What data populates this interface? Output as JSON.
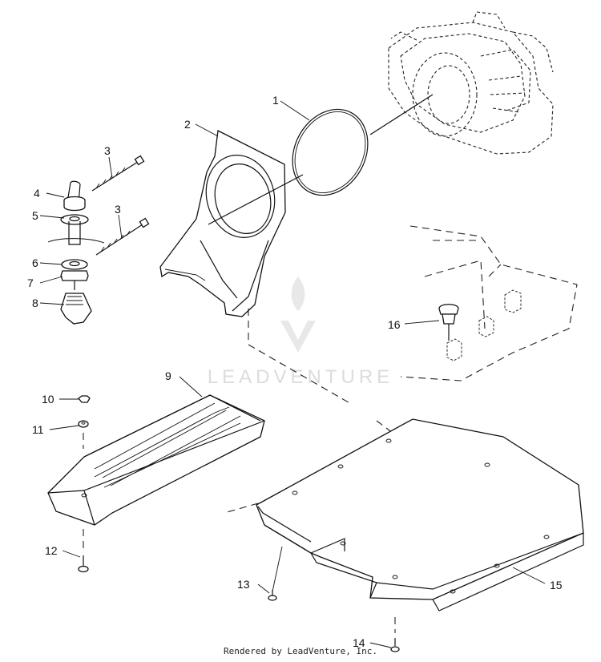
{
  "watermark": {
    "brand": "LEADVENTURE"
  },
  "footer": {
    "text": "Rendered by LeadVenture, Inc."
  },
  "callouts": [
    {
      "id": "1",
      "label": "1"
    },
    {
      "id": "2",
      "label": "2"
    },
    {
      "id": "3a",
      "label": "3"
    },
    {
      "id": "3b",
      "label": "3"
    },
    {
      "id": "4",
      "label": "4"
    },
    {
      "id": "5",
      "label": "5"
    },
    {
      "id": "6",
      "label": "6"
    },
    {
      "id": "7",
      "label": "7"
    },
    {
      "id": "8",
      "label": "8"
    },
    {
      "id": "9",
      "label": "9"
    },
    {
      "id": "10",
      "label": "10"
    },
    {
      "id": "11",
      "label": "11"
    },
    {
      "id": "12",
      "label": "12"
    },
    {
      "id": "13",
      "label": "13"
    },
    {
      "id": "14",
      "label": "14"
    },
    {
      "id": "15",
      "label": "15"
    },
    {
      "id": "16",
      "label": "16"
    }
  ]
}
